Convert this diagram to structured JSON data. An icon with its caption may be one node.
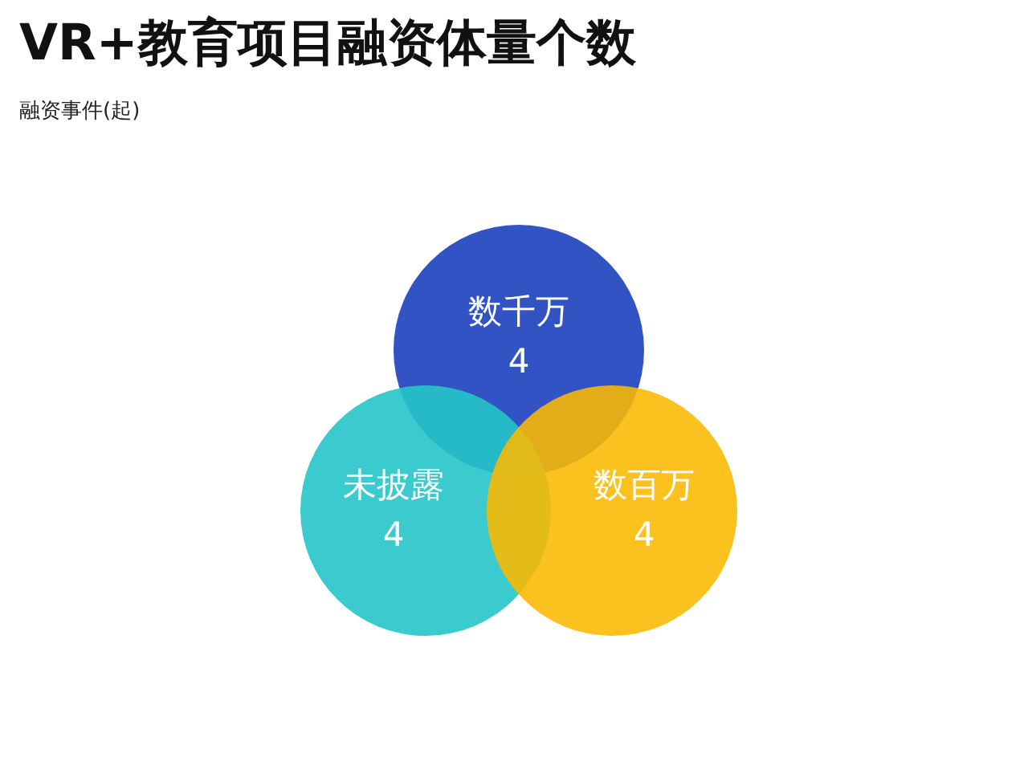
{
  "diagram": {
    "title": "VR+教育项目融资体量个数",
    "nodes": [
      {
        "text": [
          "数千万",
          "4"
        ]
      },
      {
        "text": [
          "未披露",
          "4"
        ]
      },
      {
        "text": [
          "数百万",
          "4"
        ]
      }
    ],
    "labels": [
      "融资事件(起)"
    ]
  }
}
